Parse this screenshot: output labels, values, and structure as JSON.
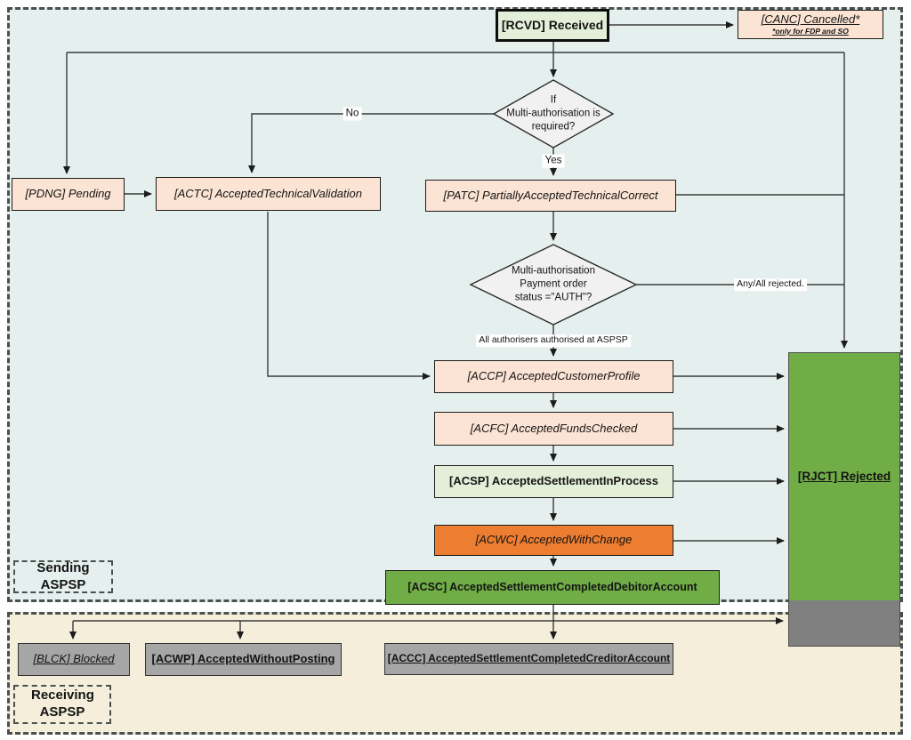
{
  "zones": {
    "sending_label": "Sending ASPSP",
    "receiving_label": "Receiving ASPSP"
  },
  "nodes": {
    "rcvd": {
      "label": "[RCVD] Received"
    },
    "canc": {
      "label": "[CANC] Cancelled*",
      "note": "*only for FDP and SO"
    },
    "pdng": {
      "label": "[PDNG] Pending"
    },
    "actc": {
      "label": "[ACTC] AcceptedTechnicalValidation"
    },
    "patc": {
      "label": "[PATC] PartiallyAcceptedTechnicalCorrect"
    },
    "accp": {
      "label": "[ACCP] AcceptedCustomerProfile"
    },
    "acfc": {
      "label": "[ACFC] AcceptedFundsChecked"
    },
    "acsp": {
      "label": "[ACSP] AcceptedSettlementInProcess"
    },
    "acwc": {
      "label": "[ACWC] AcceptedWithChange"
    },
    "acsc": {
      "label": "[ACSC] AcceptedSettlementCompletedDebitorAccount"
    },
    "rjct": {
      "label": "[RJCT] Rejected"
    },
    "blck": {
      "label": "[BLCK] Blocked"
    },
    "acwp": {
      "label": "[ACWP] AcceptedWithoutPosting"
    },
    "accc": {
      "label": "[ACCC] AcceptedSettlementCompletedCreditorAccount"
    }
  },
  "decisions": {
    "multi_auth_required": "If\nMulti-authorisation is\nrequired?",
    "multi_auth_status": "Multi-authorisation\nPayment order\nstatus =\"AUTH\"?"
  },
  "edge_labels": {
    "no": "No",
    "yes": "Yes",
    "any_all_rejected": "Any/All rejected.",
    "all_authorised": "All authorisers authorised at ASPSP"
  },
  "colors": {
    "sending_bg": "#e5f0ee",
    "receiving_bg": "#f5eedb",
    "peach": "#fce4d4",
    "light_green": "#e4efda",
    "orange": "#ed7d31",
    "green": "#70ad47",
    "gray_box": "#a6a6a6",
    "rjct_gray": "#808080",
    "diamond_fill": "#f1f1f1",
    "wire": "#3a3a3a",
    "dashed_border": "#49514f"
  }
}
